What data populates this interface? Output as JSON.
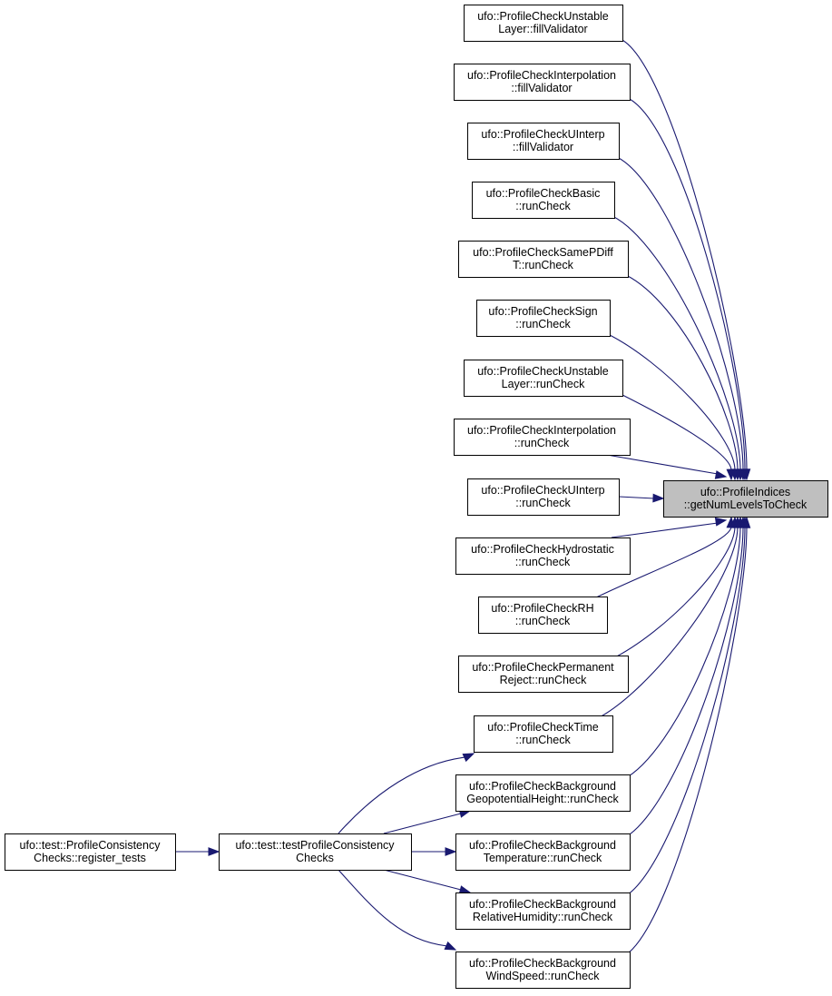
{
  "diagram": {
    "target": {
      "id": "target",
      "lines": [
        "ufo::ProfileIndices",
        "::getNumLevelsToCheck"
      ]
    },
    "callers": [
      {
        "id": "c1",
        "lines": [
          "ufo::ProfileCheckUnstable",
          "Layer::fillValidator"
        ]
      },
      {
        "id": "c2",
        "lines": [
          "ufo::ProfileCheckInterpolation",
          "::fillValidator"
        ]
      },
      {
        "id": "c3",
        "lines": [
          "ufo::ProfileCheckUInterp",
          "::fillValidator"
        ]
      },
      {
        "id": "c4",
        "lines": [
          "ufo::ProfileCheckBasic",
          "::runCheck"
        ]
      },
      {
        "id": "c5",
        "lines": [
          "ufo::ProfileCheckSamePDiff",
          "T::runCheck"
        ]
      },
      {
        "id": "c6",
        "lines": [
          "ufo::ProfileCheckSign",
          "::runCheck"
        ]
      },
      {
        "id": "c7",
        "lines": [
          "ufo::ProfileCheckUnstable",
          "Layer::runCheck"
        ]
      },
      {
        "id": "c8",
        "lines": [
          "ufo::ProfileCheckInterpolation",
          "::runCheck"
        ]
      },
      {
        "id": "c9",
        "lines": [
          "ufo::ProfileCheckUInterp",
          "::runCheck"
        ]
      },
      {
        "id": "c10",
        "lines": [
          "ufo::ProfileCheckHydrostatic",
          "::runCheck"
        ]
      },
      {
        "id": "c11",
        "lines": [
          "ufo::ProfileCheckRH",
          "::runCheck"
        ]
      },
      {
        "id": "c12",
        "lines": [
          "ufo::ProfileCheckPermanent",
          "Reject::runCheck"
        ]
      },
      {
        "id": "c13",
        "lines": [
          "ufo::ProfileCheckTime",
          "::runCheck"
        ]
      },
      {
        "id": "c14",
        "lines": [
          "ufo::ProfileCheckBackground",
          "GeopotentialHeight::runCheck"
        ]
      },
      {
        "id": "c15",
        "lines": [
          "ufo::ProfileCheckBackground",
          "Temperature::runCheck"
        ]
      },
      {
        "id": "c16",
        "lines": [
          "ufo::ProfileCheckBackground",
          "RelativeHumidity::runCheck"
        ]
      },
      {
        "id": "c17",
        "lines": [
          "ufo::ProfileCheckBackground",
          "WindSpeed::runCheck"
        ]
      }
    ],
    "test_function": {
      "id": "t1",
      "lines": [
        "ufo::test::testProfileConsistency",
        "Checks"
      ]
    },
    "register_function": {
      "id": "r1",
      "lines": [
        "ufo::test::ProfileConsistency",
        "Checks::register_tests"
      ]
    },
    "edges": [
      {
        "from": "c1",
        "to": "target"
      },
      {
        "from": "c2",
        "to": "target"
      },
      {
        "from": "c3",
        "to": "target"
      },
      {
        "from": "c4",
        "to": "target"
      },
      {
        "from": "c5",
        "to": "target"
      },
      {
        "from": "c6",
        "to": "target"
      },
      {
        "from": "c7",
        "to": "target"
      },
      {
        "from": "c8",
        "to": "target"
      },
      {
        "from": "c9",
        "to": "target"
      },
      {
        "from": "c10",
        "to": "target"
      },
      {
        "from": "c11",
        "to": "target"
      },
      {
        "from": "c12",
        "to": "target"
      },
      {
        "from": "c13",
        "to": "target"
      },
      {
        "from": "c14",
        "to": "target"
      },
      {
        "from": "c15",
        "to": "target"
      },
      {
        "from": "c16",
        "to": "target"
      },
      {
        "from": "c17",
        "to": "target"
      },
      {
        "from": "t1",
        "to": "c13"
      },
      {
        "from": "t1",
        "to": "c14"
      },
      {
        "from": "t1",
        "to": "c15"
      },
      {
        "from": "t1",
        "to": "c16"
      },
      {
        "from": "t1",
        "to": "c17"
      },
      {
        "from": "r1",
        "to": "t1"
      }
    ],
    "colors": {
      "edge": "#191970",
      "node_border": "#000000",
      "node_fill": "#ffffff",
      "target_fill": "#bfbfbf"
    }
  }
}
